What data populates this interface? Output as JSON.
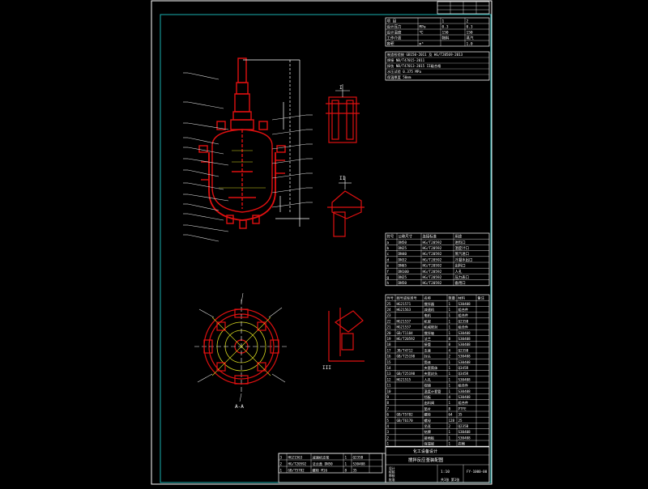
{
  "drawing": {
    "background": "#000000",
    "colors": {
      "vessel": "#e01010",
      "dimension": "#ffffff",
      "frame": "#1ab0b0",
      "leader": "#e0e0e0",
      "table_text": "#ffffff",
      "hatch": "#d8d820"
    },
    "view_labels": {
      "section_a": "I",
      "section_b": "II",
      "section_c": "III",
      "plan_view": "A-A"
    },
    "tech_table": {
      "header": [
        "项 目",
        "1",
        "2"
      ],
      "rows": [
        [
          "设计压力",
          "MPa",
          "0.3",
          "0.3"
        ],
        [
          "设计温度",
          "℃",
          "150",
          "150"
        ],
        [
          "工作介质",
          "",
          "物料",
          "蒸汽"
        ],
        [
          "容积",
          "m³",
          "",
          "1.0"
        ]
      ],
      "spec_lines": [
        "制造检验按 GB150-2011 及 HG/T20569-2013",
        "焊接 NB/T47015-2011",
        "探伤 NB/T47013-2015 II级合格",
        "水压试验 0.375 MPa",
        "保温厚度 50mm"
      ]
    },
    "nozzle_table": {
      "header": [
        "符号",
        "公称尺寸",
        "连接标准",
        "用途"
      ],
      "rows": [
        [
          "a",
          "DN50",
          "HG/T20592",
          "进料口"
        ],
        [
          "b",
          "DN25",
          "HG/T20592",
          "温度计口"
        ],
        [
          "c",
          "DN40",
          "HG/T20592",
          "蒸汽进口"
        ],
        [
          "d",
          "DN32",
          "HG/T20592",
          "冷凝水出口"
        ],
        [
          "e",
          "DN65",
          "HG/T20592",
          "出料口"
        ],
        [
          "f",
          "DN100",
          "HG/T20592",
          "人孔"
        ],
        [
          "g",
          "DN25",
          "HG/T20592",
          "压力表口"
        ],
        [
          "h",
          "DN50",
          "HG/T20592",
          "备用口"
        ]
      ]
    },
    "parts_table": {
      "header": [
        "件号",
        "图号或标准号",
        "名称",
        "数量",
        "材料",
        "备注"
      ],
      "rows": [
        [
          "25",
          "HG21571",
          "搅拌器",
          "1",
          "S30408",
          ""
        ],
        [
          "24",
          "HG21563",
          "减速机",
          "1",
          "组合件",
          ""
        ],
        [
          "23",
          "",
          "电机",
          "1",
          "组合件",
          ""
        ],
        [
          "22",
          "HG21537",
          "机架",
          "1",
          "Q235B",
          ""
        ],
        [
          "21",
          "HG21537",
          "机械密封",
          "1",
          "组合件",
          ""
        ],
        [
          "20",
          "GB/T1184",
          "搅拌轴",
          "1",
          "S30408",
          ""
        ],
        [
          "19",
          "HG/T20592",
          "法兰",
          "8",
          "S30408",
          ""
        ],
        [
          "18",
          "",
          "接管",
          "8",
          "S30408",
          ""
        ],
        [
          "17",
          "JB/T4712",
          "支座",
          "4",
          "Q235B",
          ""
        ],
        [
          "16",
          "GB/T25198",
          "封头",
          "2",
          "S30408",
          ""
        ],
        [
          "15",
          "",
          "筒体",
          "1",
          "S30408",
          ""
        ],
        [
          "14",
          "",
          "夹套筒体",
          "1",
          "Q345R",
          ""
        ],
        [
          "13",
          "GB/T25198",
          "夹套封头",
          "1",
          "Q345R",
          ""
        ],
        [
          "12",
          "HG21515",
          "人孔",
          "1",
          "S30408",
          ""
        ],
        [
          "11",
          "",
          "视镜",
          "1",
          "组合件",
          ""
        ],
        [
          "10",
          "",
          "温度计套管",
          "1",
          "S30408",
          ""
        ],
        [
          "9",
          "",
          "挡板",
          "4",
          "S30408",
          ""
        ],
        [
          "8",
          "",
          "出料阀",
          "1",
          "组合件",
          ""
        ],
        [
          "7",
          "",
          "垫片",
          "8",
          "PTFE",
          ""
        ],
        [
          "6",
          "GB/T5782",
          "螺栓",
          "64",
          "35",
          ""
        ],
        [
          "5",
          "GB/T6170",
          "螺母",
          "128",
          "25",
          ""
        ],
        [
          "4",
          "",
          "吊耳",
          "2",
          "Q235B",
          ""
        ],
        [
          "3",
          "",
          "铭牌",
          "1",
          "S30408",
          ""
        ],
        [
          "2",
          "",
          "接地板",
          "1",
          "S30408",
          ""
        ],
        [
          "1",
          "",
          "保温层",
          "1",
          "岩棉",
          ""
        ]
      ]
    },
    "title_block": {
      "company": "化工设备设计",
      "title": "搅拌反应釜装配图",
      "scale": "1:10",
      "sheet": "共1张 第1张",
      "drawing_no": "FY-1000-00",
      "signers": [
        "设计",
        "校核",
        "审核",
        "批准"
      ],
      "small_rows": [
        [
          "3",
          "HG21563",
          "减速机支架",
          "1",
          "Q235B"
        ],
        [
          "2",
          "HG/T20592",
          "法兰盖 DN50",
          "1",
          "S30408"
        ],
        [
          "1",
          "GB/T5782",
          "螺栓 M16",
          "8",
          "35"
        ]
      ]
    },
    "top_right_block": [
      [
        "",
        "",
        "",
        ""
      ],
      [
        "",
        "",
        "",
        ""
      ],
      [
        "",
        "",
        "",
        ""
      ]
    ]
  }
}
